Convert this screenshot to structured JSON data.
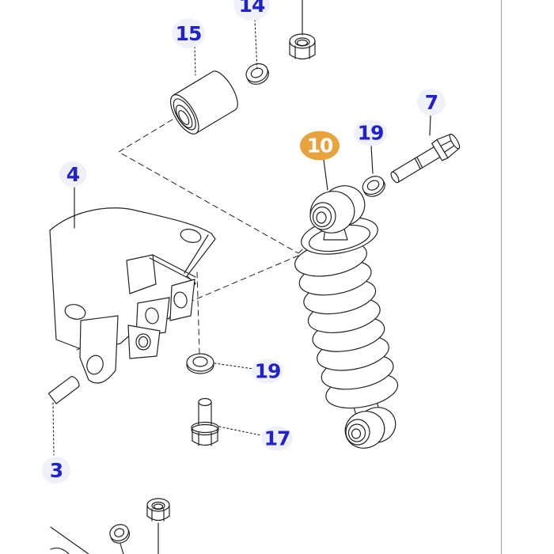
{
  "diagram": {
    "kind": "exploded-parts-diagram",
    "callouts": [
      {
        "text": "14",
        "part": "washer",
        "highlighted": false
      },
      {
        "text": "15",
        "part": "bushing",
        "highlighted": false
      },
      {
        "text": "7",
        "part": "hex-bolt",
        "highlighted": false
      },
      {
        "text": "19",
        "part": "washer",
        "highlighted": false
      },
      {
        "text": "10",
        "part": "shock-absorber",
        "highlighted": true
      },
      {
        "text": "4",
        "part": "mounting-bracket",
        "highlighted": false
      },
      {
        "text": "19",
        "part": "washer",
        "highlighted": false
      },
      {
        "text": "17",
        "part": "bolt-stud",
        "highlighted": false
      },
      {
        "text": "3",
        "part": "rod",
        "highlighted": false
      }
    ],
    "colors": {
      "label_text": "#2222cc",
      "label_bg": "#eef1f8",
      "highlight_bg": "#e8a33c",
      "highlight_text": "#ffffff",
      "line": "#222222",
      "frame": "#a9a9a9"
    }
  }
}
